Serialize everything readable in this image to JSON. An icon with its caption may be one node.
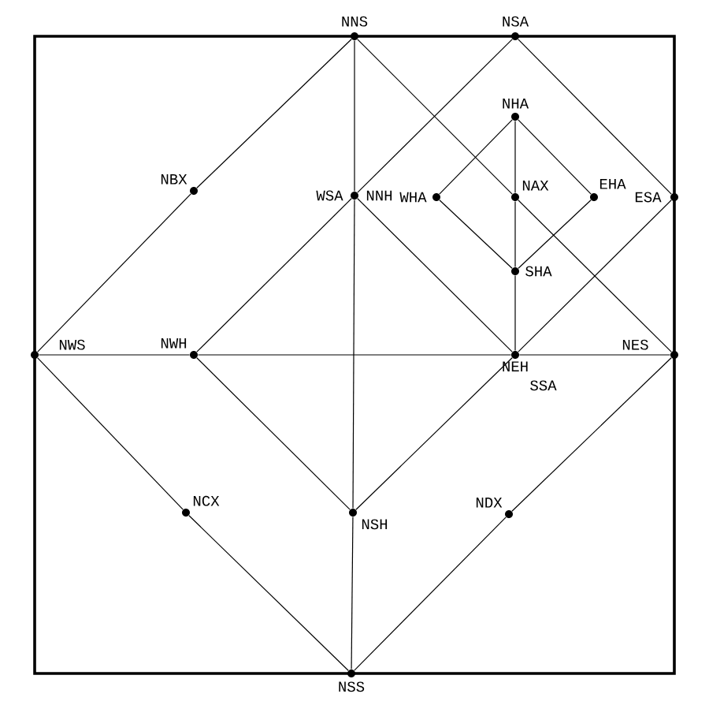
{
  "diagram": {
    "nodes": [
      {
        "text": [
          "NNS"
        ]
      },
      {
        "text": [
          "NSA"
        ]
      },
      {
        "text": [
          "NHA"
        ]
      },
      {
        "text": [
          "NBX"
        ]
      },
      {
        "text": [
          "WSA",
          "NNH"
        ]
      },
      {
        "text": [
          "WHA"
        ]
      },
      {
        "text": [
          "NAX"
        ]
      },
      {
        "text": [
          "EHA"
        ]
      },
      {
        "text": [
          "ESA"
        ]
      },
      {
        "text": [
          "SHA"
        ]
      },
      {
        "text": [
          "NWS"
        ]
      },
      {
        "text": [
          "NWH"
        ]
      },
      {
        "text": [
          "NEH",
          "SSA"
        ]
      },
      {
        "text": [
          "NES"
        ]
      },
      {
        "text": [
          "NCX"
        ]
      },
      {
        "text": [
          "NSH"
        ]
      },
      {
        "text": [
          "NDX"
        ]
      },
      {
        "text": [
          "NSS"
        ]
      }
    ],
    "edges": [
      {
        "from": 10,
        "to": 3,
        "arrow": "none"
      },
      {
        "from": 3,
        "to": 0,
        "arrow": "none"
      },
      {
        "from": 0,
        "to": 4,
        "arrow": "none"
      },
      {
        "from": 4,
        "to": 15,
        "arrow": "none"
      },
      {
        "from": 15,
        "to": 17,
        "arrow": "none"
      },
      {
        "from": 0,
        "to": 6,
        "arrow": "none"
      },
      {
        "from": 6,
        "to": 13,
        "arrow": "none"
      },
      {
        "from": 1,
        "to": 4,
        "arrow": "none"
      },
      {
        "from": 4,
        "to": 11,
        "arrow": "none"
      },
      {
        "from": 1,
        "to": 8,
        "arrow": "none"
      },
      {
        "from": 8,
        "to": 12,
        "arrow": "none"
      },
      {
        "from": 4,
        "to": 12,
        "arrow": "none"
      },
      {
        "from": 2,
        "to": 5,
        "arrow": "none"
      },
      {
        "from": 2,
        "to": 7,
        "arrow": "none"
      },
      {
        "from": 5,
        "to": 9,
        "arrow": "none"
      },
      {
        "from": 7,
        "to": 9,
        "arrow": "none"
      },
      {
        "from": 2,
        "to": 6,
        "arrow": "none"
      },
      {
        "from": 6,
        "to": 9,
        "arrow": "none"
      },
      {
        "from": 9,
        "to": 12,
        "arrow": "none"
      },
      {
        "from": 10,
        "to": 11,
        "arrow": "none"
      },
      {
        "from": 11,
        "to": 12,
        "arrow": "none"
      },
      {
        "from": 12,
        "to": 13,
        "arrow": "none"
      },
      {
        "from": 10,
        "to": 14,
        "arrow": "none"
      },
      {
        "from": 14,
        "to": 17,
        "arrow": "none"
      },
      {
        "from": 11,
        "to": 15,
        "arrow": "none"
      },
      {
        "from": 12,
        "to": 15,
        "arrow": "none"
      },
      {
        "from": 13,
        "to": 16,
        "arrow": "none"
      },
      {
        "from": 16,
        "to": 17,
        "arrow": "none"
      }
    ]
  }
}
